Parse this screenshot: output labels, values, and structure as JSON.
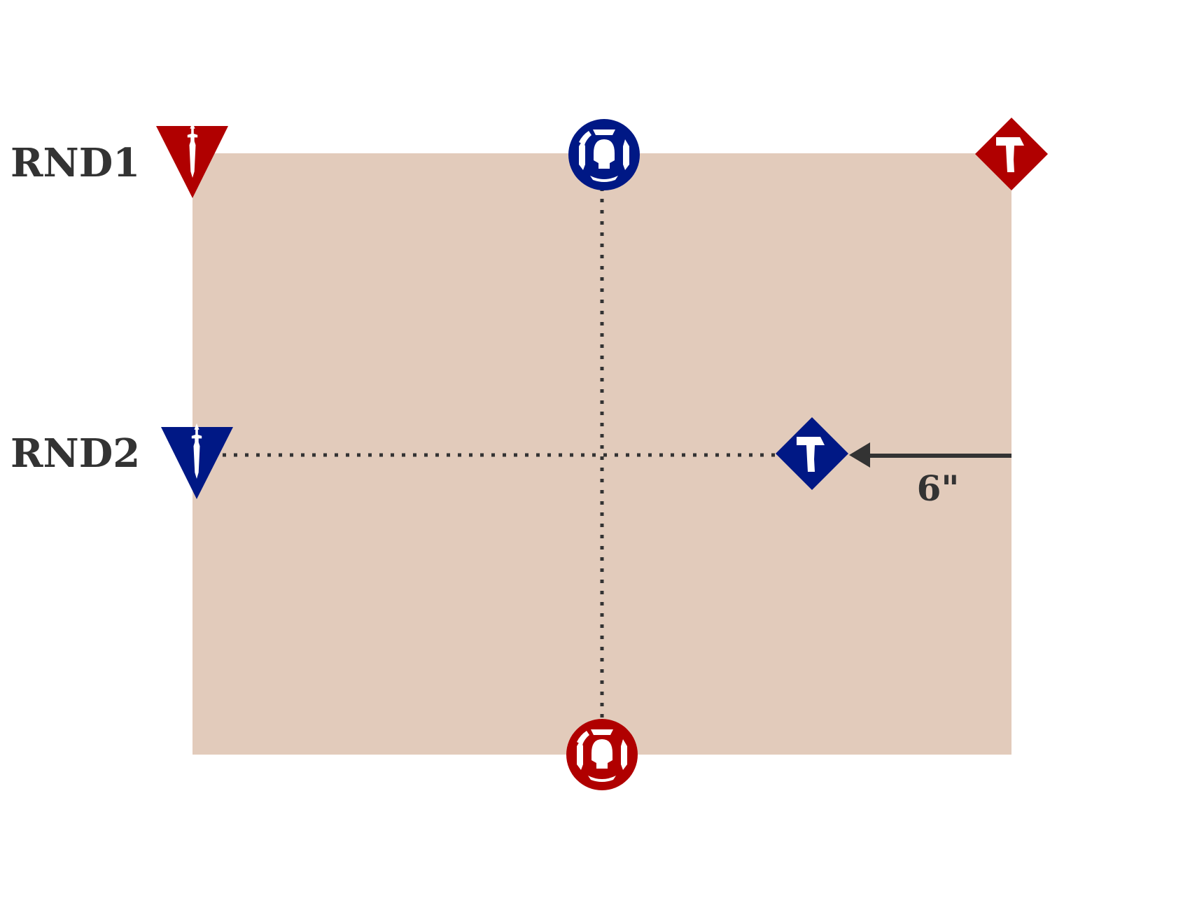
{
  "rounds": [
    {
      "label": "RND1"
    },
    {
      "label": "RND2"
    }
  ],
  "measurement": {
    "label": "6\""
  },
  "colors": {
    "board": "#e2cbbb",
    "red": "#b00000",
    "blue": "#001885",
    "line": "#333333"
  },
  "markers": [
    {
      "name": "red-dagger-marker",
      "icon": "dagger-icon",
      "team": "red"
    },
    {
      "name": "blue-dagger-marker",
      "icon": "dagger-icon",
      "team": "blue"
    },
    {
      "name": "blue-skull-objective",
      "icon": "skull-icon",
      "team": "blue"
    },
    {
      "name": "red-skull-objective",
      "icon": "skull-icon",
      "team": "red"
    },
    {
      "name": "red-hammer-marker",
      "icon": "hammer-icon",
      "team": "red"
    },
    {
      "name": "blue-hammer-marker",
      "icon": "hammer-icon",
      "team": "blue"
    }
  ]
}
